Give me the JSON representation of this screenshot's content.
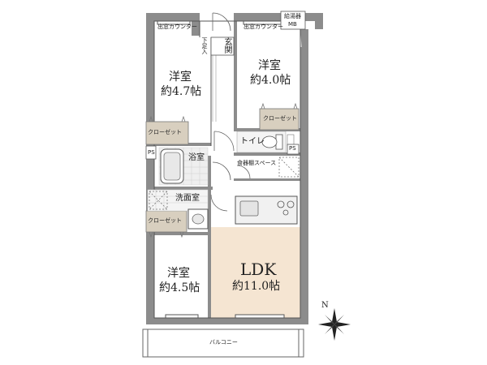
{
  "rooms": {
    "western_top_left": {
      "name": "洋室",
      "size": "約4.7帖"
    },
    "western_top_right": {
      "name": "洋室",
      "size": "約4.0帖"
    },
    "western_bottom_left": {
      "name": "洋室",
      "size": "約4.5帖"
    },
    "ldk": {
      "name": "LDK",
      "size": "約11.0帖"
    }
  },
  "labels": {
    "closet_1": "クローゼット",
    "closet_2": "クローゼット",
    "closet_3": "クローゼット",
    "toilet": "トイレ",
    "bath": "浴室",
    "washroom": "洗面室",
    "entrance": "玄関",
    "shoe_box": "下足入",
    "dishwasher_space": "食器棚スペース",
    "balcony": "バルコニー",
    "bay_counter_left": "出窓カウンター",
    "bay_counter_right": "出窓カウンター",
    "meter_box": "給湯器",
    "mb": "MB",
    "ps_left": "PS",
    "ps_right": "PS",
    "north": "N"
  },
  "colors": {
    "wall": "#8c8c8c",
    "ldk_floor": "#f5e5d2",
    "closet_fill": "#d8cfbf",
    "tile": "#ececec",
    "kitchen_counter": "#f1f1f1"
  }
}
